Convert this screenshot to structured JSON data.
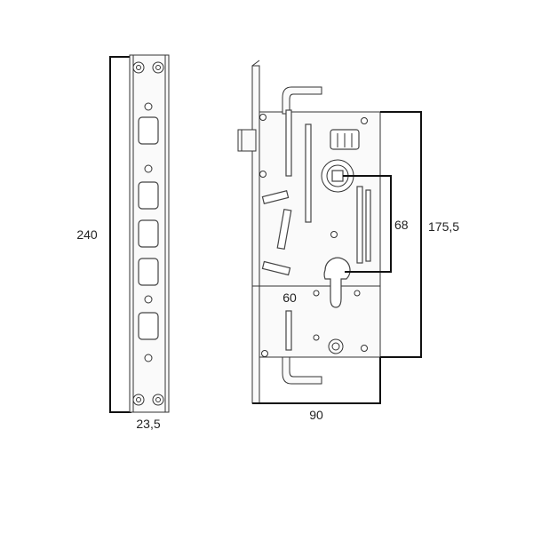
{
  "dimensions": {
    "faceplate_height": "240",
    "faceplate_width": "23,5",
    "case_width": "90",
    "case_height": "175,5",
    "center_distance": "68",
    "backset": "60"
  }
}
